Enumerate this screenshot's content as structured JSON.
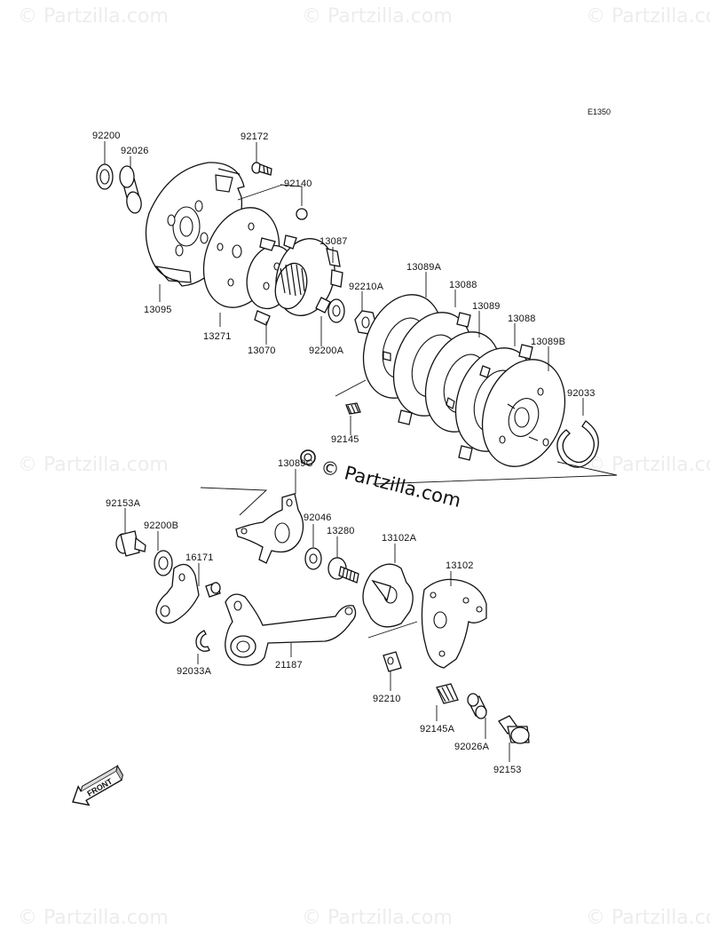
{
  "diagram": {
    "code": "E1350",
    "front_label": "FRONT",
    "watermark": {
      "main": "© Partzilla.com",
      "repeat": "© Partzilla.com"
    },
    "part_numbers": {
      "p92200": "92200",
      "p92026": "92026",
      "p92172": "92172",
      "p92140": "92140",
      "p13087": "13087",
      "p13095": "13095",
      "p92210A": "92210A",
      "p13089A": "13089A",
      "p13088a": "13088",
      "p13089": "13089",
      "p13088b": "13088",
      "p13089B": "13089B",
      "p13271": "13271",
      "p13070": "13070",
      "p92200A": "92200A",
      "p92033": "92033",
      "p92145": "92145",
      "p13089C": "13089C",
      "p92153A": "92153A",
      "p92200B": "92200B",
      "p92046": "92046",
      "p13280": "13280",
      "p13102A": "13102A",
      "p16171": "16171",
      "p13102": "13102",
      "p92033A": "92033A",
      "p21187": "21187",
      "p92210": "92210",
      "p92145A": "92145A",
      "p92026A": "92026A",
      "p92153": "92153"
    }
  }
}
